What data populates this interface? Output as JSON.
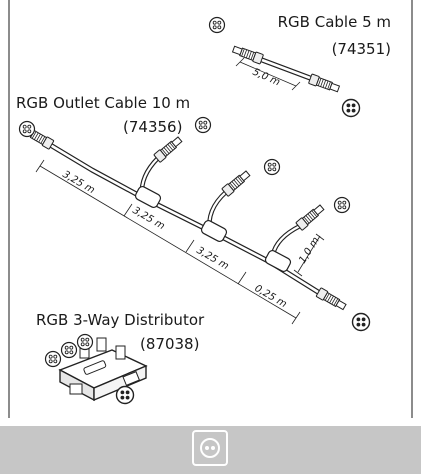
{
  "products": {
    "cable_5m": {
      "name": "RGB Cable 5 m",
      "article": "(74351)"
    },
    "outlet_cable_10m": {
      "name": "RGB Outlet Cable 10 m",
      "article": "(74356)"
    },
    "distributor": {
      "name": "RGB 3-Way Distributor",
      "article": "(87038)"
    }
  },
  "dimensions": {
    "cable_5m_length": "5,0 m",
    "segment_1": "3,25 m",
    "segment_2": "3,25 m",
    "segment_3": "3,25 m",
    "segment_4": "0,25 m",
    "branch_length": "1,0 m"
  },
  "icons": {
    "connector_female": "four-pin-female-socket-icon",
    "connector_male": "four-pin-male-plug-icon",
    "footer": "power-socket-icon"
  },
  "colors": {
    "frame_line": "#8c8c8c",
    "footer_bg": "#c6c6c6",
    "footer_icon": "#ffffff",
    "cable": "#222222"
  }
}
